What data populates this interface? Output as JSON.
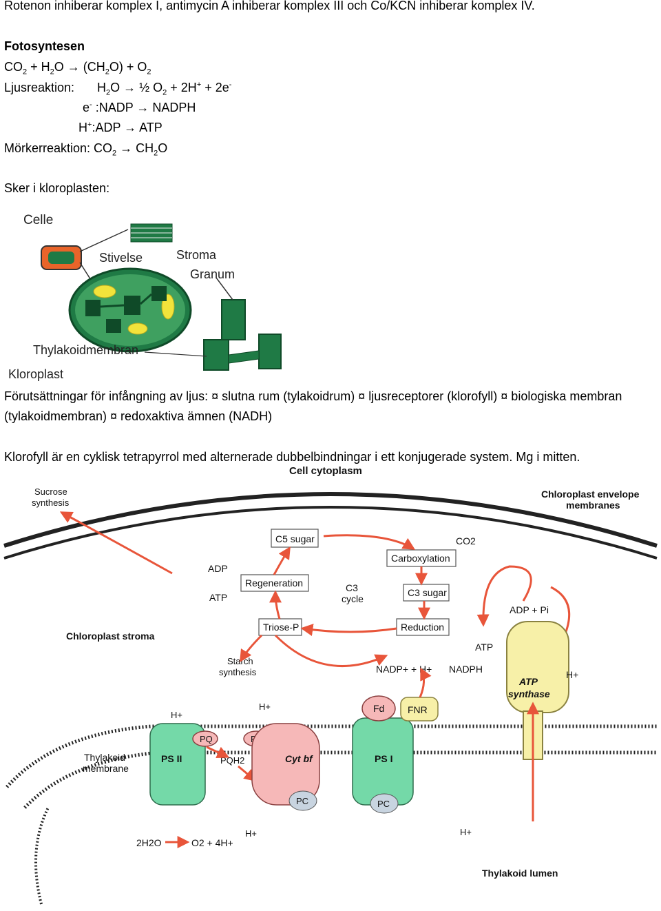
{
  "intro_line": "Rotenon inhiberar komplex I, antimycin A inhiberar komplex III och Co/KCN inhiberar komplex IV.",
  "photo": {
    "heading": "Fotosyntesen",
    "overall": {
      "a": "CO",
      "s1": "2",
      "b": " + H",
      "s2": "2",
      "c": "O → (CH",
      "s3": "2",
      "d": "O) + O",
      "s4": "2"
    },
    "light_label": "Ljusreaktion:",
    "light_eq": {
      "a": "H",
      "s1": "2",
      "b": "O → ½ O",
      "s2": "2",
      "c": " + 2H",
      "p1": "+",
      "d": " + 2e",
      "p2": "-"
    },
    "nadp": {
      "a": "e",
      "p": "-",
      "b": " :NADP → NADPH"
    },
    "atp": {
      "a": "H",
      "p": "+",
      "b": ":ADP → ATP"
    },
    "dark": {
      "a": "Mörkerreaktion: CO",
      "s1": "2",
      "b": " → CH",
      "s2": "2",
      "c": "O"
    }
  },
  "occurs_label": "Sker i kloroplasten:",
  "chloroplast_figure": {
    "labels": {
      "cell": "Celle",
      "starch": "Stivelse",
      "stroma": "Stroma",
      "granum": "Granum",
      "thylakoid": "Thylakoidmembran",
      "chloroplast": "Kloroplast"
    },
    "colors": {
      "green": "#1f7a45",
      "dark": "#0f4a28",
      "yellow": "#f2e33b",
      "orange": "#e8642a"
    }
  },
  "prerequisites": {
    "line1": "Förutsättningar för infångning av ljus: ¤ slutna rum (tylakoidrum) ¤ ljusreceptorer (klorofyll) ¤ biologiska membran",
    "line2": "(tylakoidmembran) ¤ redoxaktiva ämnen (NADH)"
  },
  "chlorophyll_line": "Klorofyll är en cyklisk tetrapyrrol med alternerade dubbelbindningar i ett konjugerade system. Mg i mitten.",
  "calvin_figure": {
    "cytoplasm": "Cell cytoplasm",
    "sucrose1": "Sucrose",
    "sucrose2": "synthesis",
    "envelope1": "Chloroplast envelope",
    "envelope2": "membranes",
    "c5": "C5 sugar",
    "co2": "CO2",
    "carboxylation": "Carboxylation",
    "adp": "ADP",
    "regeneration": "Regeneration",
    "atp_left": "ATP",
    "c3cycle1": "C3",
    "c3cycle2": "cycle",
    "c3sugar": "C3 sugar",
    "adp_pi": "ADP + Pi",
    "stroma": "Chloroplast stroma",
    "triose": "Triose-P",
    "reduction": "Reduction",
    "atp_mid": "ATP",
    "starch1": "Starch",
    "starch2": "synthesis",
    "nadp_h": "NADP+ + H+",
    "nadph": "NADPH",
    "atp_synthase1": "ATP",
    "atp_synthase2": "synthase",
    "h_plus": "H+",
    "fd": "Fd",
    "fnr": "FNR",
    "thylakoid_membrane1": "Thylakoid",
    "thylakoid_membrane2": "membrane",
    "ps2": "PS II",
    "ps1": "PS I",
    "cytbf": "Cyt bf",
    "pq": "PQ",
    "pqh2": "PQH2",
    "pc": "PC",
    "water": "2H2O",
    "o2": "O2 + 4H+",
    "lumen": "Thylakoid lumen",
    "colors": {
      "arrow": "#e8553a",
      "green": "#74d9a8",
      "pink": "#f6b8b8",
      "yellow": "#f7f0a8",
      "membrane": "#222222"
    }
  }
}
